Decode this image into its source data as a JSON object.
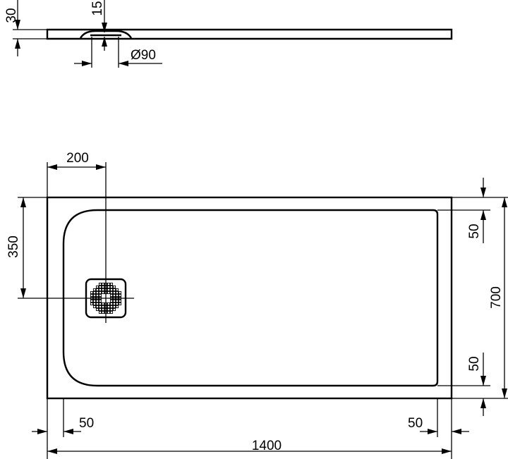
{
  "dimensions": {
    "thickness": "30",
    "drain_depth": "15",
    "drain_diameter": "Ø90",
    "drain_offset_x": "200",
    "drain_offset_y": "350",
    "width": "700",
    "rim_top": "50",
    "rim_bottom": "50",
    "rim_left": "50",
    "rim_right": "50",
    "length": "1400"
  },
  "colors": {
    "line": "#000000",
    "background": "#ffffff"
  }
}
